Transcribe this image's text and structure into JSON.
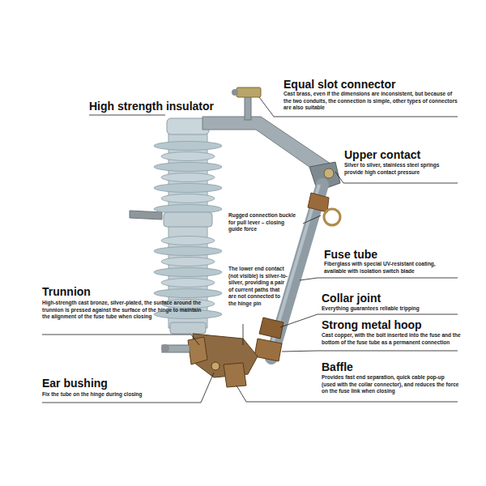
{
  "diagram": {
    "labels": [
      "Equal slot connector",
      "Cast brass, even if the dimensions are inconsistent, but because of the two conduits, the connection is simple, other types of connectors are also suitable",
      "High strength insulator",
      "Upper contact",
      "Silver to silver, stainless steel springs provide high contact pressure",
      "Rugged connection buckle for pull lever – closing guide force",
      "Fuse tube",
      "Fiberglass with special UV-resistant coating, available with isolation switch blade",
      "The lower end contact (not visible) is silver-to-silver, providing a pair of current paths that are not connected to the hinge pin",
      "Trunnion",
      "High-strength cast bronze, silver-plated, the surface around the trunnion is pressed against the surface of the hinge to maintain the alignment of the fuse tube when closing",
      "Collar joint",
      "Everything guarantees reliable tripping",
      "Strong metal hoop",
      "Cast copper, with the bolt inserted into the fuse and the bottom of the fuse tube as a permanent connection",
      "Baffle",
      "Provides fast end separation, quick cable pop-up (used with the collar connector), and reduces the force on the fuse link when closing",
      "Ear bushing",
      "Fix the tube on the hinge during closing"
    ]
  }
}
